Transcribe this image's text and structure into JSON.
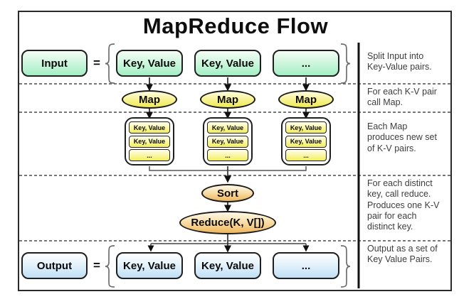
{
  "title": "MapReduce Flow",
  "colors": {
    "green_fill": "#a2efc4",
    "yellow_fill": "#f0ea4e",
    "orange_fill": "#efb55c",
    "blue_fill": "#bfdff5",
    "border": "#1f1f1f",
    "dashed_line": "#4a4a4a"
  },
  "input_row": {
    "label": "Input",
    "equals": "=",
    "pairs": [
      "Key, Value",
      "Key, Value",
      "..."
    ]
  },
  "map_row": {
    "ovals": [
      "Map",
      "Map",
      "Map"
    ]
  },
  "map_output_row": {
    "stacks": [
      {
        "items": [
          "Key, Value",
          "Key, Value",
          "..."
        ]
      },
      {
        "items": [
          "Key, Value",
          "Key, Value",
          "..."
        ]
      },
      {
        "items": [
          "Key, Value",
          "Key, Value",
          "..."
        ]
      }
    ]
  },
  "reduce_row": {
    "sort_label": "Sort",
    "reduce_label": "Reduce(K, V[])"
  },
  "output_row": {
    "label": "Output",
    "equals": "=",
    "pairs": [
      "Key, Value",
      "Key, Value",
      "..."
    ]
  },
  "annotations": [
    "Split Input into Key-Value pairs.",
    "For each K-V pair call Map.",
    "Each Map produces new set of K-V pairs.",
    "For each distinct key, call reduce. Produces one K-V pair for each distinct key.",
    "Output as a set of Key Value Pairs."
  ]
}
